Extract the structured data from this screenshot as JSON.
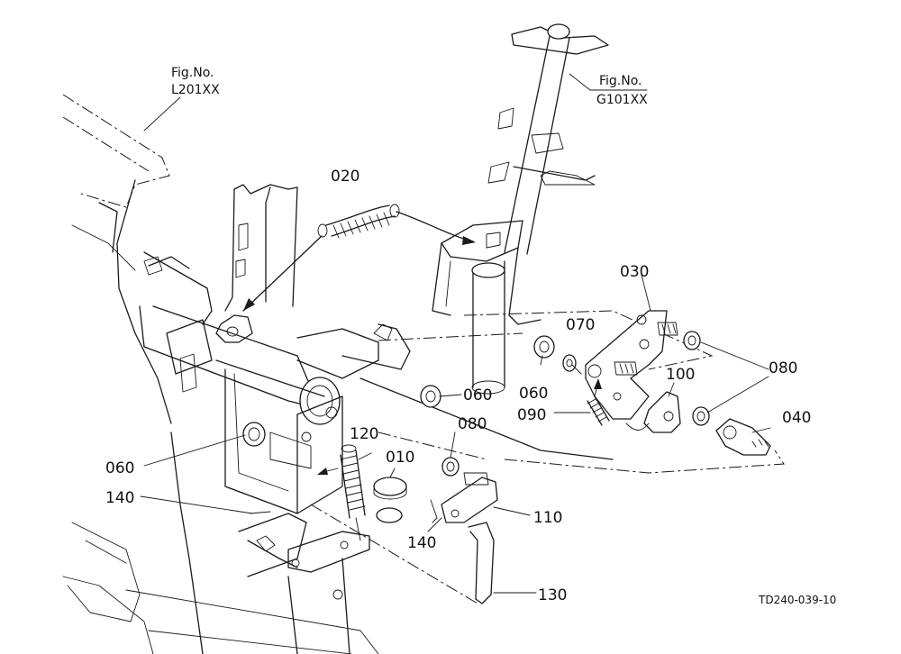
{
  "fig_refs": [
    {
      "id": "ref-l201",
      "line1": "Fig.No.",
      "line2": "L201XX"
    },
    {
      "id": "ref-g101",
      "line1": "Fig.No.",
      "line2": "G101XX"
    }
  ],
  "parts": {
    "p010": "010",
    "p020": "020",
    "p030": "030",
    "p040": "040",
    "p060a": "060",
    "p060b": "060",
    "p060c": "060",
    "p070": "070",
    "p080a": "080",
    "p080b": "080",
    "p090": "090",
    "p100": "100",
    "p110": "110",
    "p120": "120",
    "p130": "130",
    "p140a": "140",
    "p140b": "140"
  },
  "drawing_code": "TD240-039-10"
}
